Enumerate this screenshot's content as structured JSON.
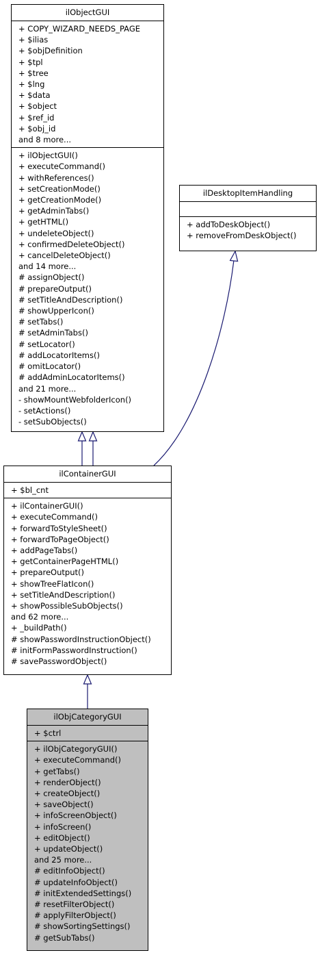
{
  "classes": {
    "ilObjectGUI": {
      "name": "ilObjectGUI",
      "attributes": [
        "+ COPY_WIZARD_NEEDS_PAGE",
        "+ $ilias",
        "+ $objDefinition",
        "+ $tpl",
        "+ $tree",
        "+ $lng",
        "+ $data",
        "+ $object",
        "+ $ref_id",
        "+ $obj_id",
        "and 8 more..."
      ],
      "methods": [
        "+ ilObjectGUI()",
        "+ executeCommand()",
        "+ withReferences()",
        "+ setCreationMode()",
        "+ getCreationMode()",
        "+ getAdminTabs()",
        "+ getHTML()",
        "+ undeleteObject()",
        "+ confirmedDeleteObject()",
        "+ cancelDeleteObject()",
        "and 14 more...",
        "# assignObject()",
        "# prepareOutput()",
        "# setTitleAndDescription()",
        "# showUpperIcon()",
        "# setTabs()",
        "# setAdminTabs()",
        "# setLocator()",
        "# addLocatorItems()",
        "# omitLocator()",
        "# addAdminLocatorItems()",
        "and 21 more...",
        "- showMountWebfolderIcon()",
        "- setActions()",
        "- setSubObjects()"
      ]
    },
    "ilDesktopItemHandling": {
      "name": "ilDesktopItemHandling",
      "attributes": [],
      "methods": [
        "+ addToDeskObject()",
        "+ removeFromDeskObject()"
      ]
    },
    "ilContainerGUI": {
      "name": "ilContainerGUI",
      "attributes": [
        "+ $bl_cnt"
      ],
      "methods": [
        "+ ilContainerGUI()",
        "+ executeCommand()",
        "+ forwardToStyleSheet()",
        "+ forwardToPageObject()",
        "+ addPageTabs()",
        "+ getContainerPageHTML()",
        "+ prepareOutput()",
        "+ showTreeFlatIcon()",
        "+ setTitleAndDescription()",
        "+ showPossibleSubObjects()",
        "and 62 more...",
        "+ _buildPath()",
        "# showPasswordInstructionObject()",
        "# initFormPasswordInstruction()",
        "# savePasswordObject()"
      ]
    },
    "ilObjCategoryGUI": {
      "name": "ilObjCategoryGUI",
      "attributes": [
        "+ $ctrl"
      ],
      "methods": [
        "+ ilObjCategoryGUI()",
        "+ executeCommand()",
        "+ getTabs()",
        "+ renderObject()",
        "+ createObject()",
        "+ saveObject()",
        "+ infoScreenObject()",
        "+ infoScreen()",
        "+ editObject()",
        "+ updateObject()",
        "and 25 more...",
        "# editInfoObject()",
        "# updateInfoObject()",
        "# initExtendedSettings()",
        "# resetFilterObject()",
        "# applyFilterObject()",
        "# showSortingSettings()",
        "# getSubTabs()"
      ]
    }
  },
  "colors": {
    "edge": "#191970",
    "focus_fill": "#bfbfbf",
    "box_fill": "#ffffff",
    "border": "#000000"
  }
}
